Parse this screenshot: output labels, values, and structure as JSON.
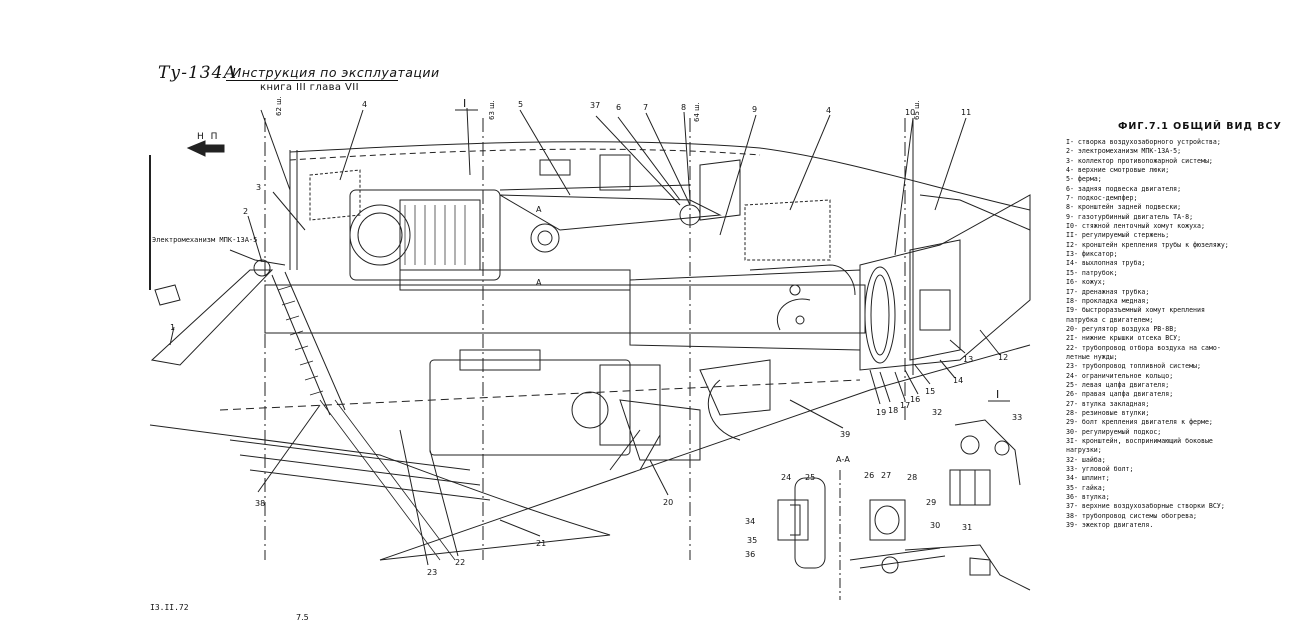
{
  "header": {
    "logo": "Ту-134А",
    "title": "Инструкция   по   эксплуатации",
    "subtitle": "книга III    глава VII"
  },
  "figure": {
    "title": "ФИГ.7.1  ОБЩИЙ  ВИД  ВСУ",
    "direction_label": "Н П",
    "section_label": "А-А",
    "mechanism_label": "Электромеханизм МПК-13А-5",
    "section_marks": [
      "I",
      "I"
    ],
    "section_arrow_letters": [
      "А",
      "А"
    ],
    "frame_labels": [
      "62 ш.",
      "63 ш.",
      "64 ш.",
      "65 ш."
    ],
    "callouts": [
      "1",
      "2",
      "3",
      "4",
      "4",
      "5",
      "6",
      "7",
      "8",
      "9",
      "10",
      "11",
      "12",
      "13",
      "14",
      "15",
      "16",
      "17",
      "18",
      "19",
      "20",
      "21",
      "22",
      "23",
      "24",
      "25",
      "26",
      "27",
      "28",
      "29",
      "30",
      "31",
      "32",
      "33",
      "34",
      "35",
      "36",
      "37",
      "38",
      "39"
    ]
  },
  "legend": [
    "I- створка воздухозаборного устройства;",
    "2- электромеханизм МПК-13А-5;",
    "3- коллектор противопожарной системы;",
    "4- верхние смотровые люки;",
    "5- ферма;",
    "6- задняя подвеска двигателя;",
    "7- подкос-демпфер;",
    "8- кронштейн задней подвески;",
    "9- газотурбинный двигатель ТА-8;",
    "I0- стяжной ленточный хомут кожуха;",
    "II- регулируемый стержень;",
    "I2- кронштейн крепления трубы к фюзеляжу;",
    "I3- фиксатор;",
    "I4- выхлопная труба;",
    "I5- патрубок;",
    "I6- кожух;",
    "I7- дренажная трубка;",
    "I8- прокладка медная;",
    "I9- быстроразъемный хомут крепления",
    "    патрубка с двигателем;",
    "20- регулятор воздуха РВ-8В;",
    "2I- нижние крышки отсека ВСУ;",
    "22- трубопровод отбора воздуха на само-",
    "    летные нужды;",
    "23- трубопровод топливной системы;",
    "24- ограничительное кольцо;",
    "25- левая цапфа двигателя;",
    "26- правая цапфа двигателя;",
    "27- втулка закладная;",
    "28- резиновые втулки;",
    "29- болт крепления двигателя к ферме;",
    "30- регулируемый подкос;",
    "3I- кронштейн, воспринимающий боковые",
    "    нагрузки;",
    "32- шайба;",
    "33- угловой болт;",
    "34- шплинт;",
    "35- гайка;",
    "36- втулка;",
    "37- верхние воздухозаборные створки ВСУ;",
    "38- трубопровод системы обогрева;",
    "39- эжектор двигателя."
  ],
  "footer": {
    "date": "I3.II.72",
    "page": "7.5"
  }
}
